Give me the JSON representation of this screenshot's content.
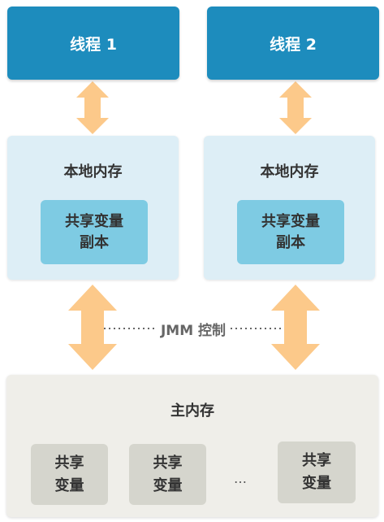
{
  "threads": [
    {
      "label": "线程 1"
    },
    {
      "label": "线程 2"
    }
  ],
  "local_memory": [
    {
      "title": "本地内存",
      "copy_line1": "共享变量",
      "copy_line2": "副本"
    },
    {
      "title": "本地内存",
      "copy_line1": "共享变量",
      "copy_line2": "副本"
    }
  ],
  "jmm_label": "JMM 控制",
  "main_memory": {
    "title": "主内存",
    "shared_vars": [
      {
        "line1": "共享",
        "line2": "变量"
      },
      {
        "line1": "共享",
        "line2": "变量"
      },
      {
        "line1": "共享",
        "line2": "变量"
      }
    ],
    "ellipsis": "…"
  },
  "colors": {
    "thread": "#1d8cbd",
    "local_memory": "#ddeef6",
    "copy_box": "#7ecbe3",
    "main_memory": "#efeee9",
    "shared_box": "#d5d5cd",
    "arrow": "#fcc98a"
  }
}
